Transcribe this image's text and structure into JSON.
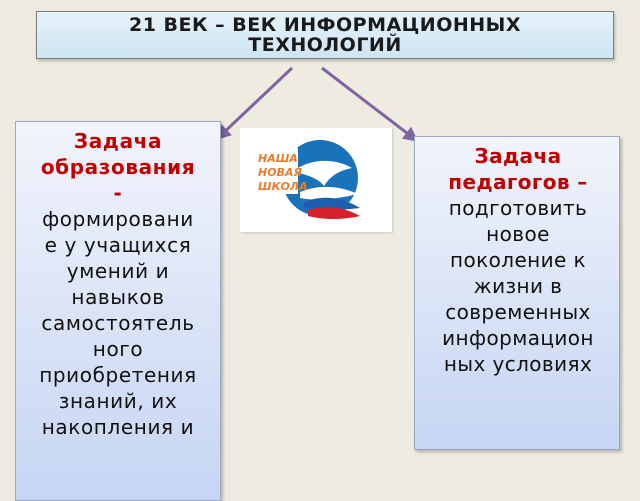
{
  "title": {
    "line1": "21 ВЕК – ВЕК ИНФОРМАЦИОННЫХ",
    "line2": "ТЕХНОЛОГИЙ"
  },
  "left_box": {
    "heading_lines": [
      "Задача",
      "образования",
      "-"
    ],
    "body_lines": [
      "формировани",
      "е у учащихся",
      "умений и",
      "навыков",
      "самостоятель",
      "ного",
      "приобретения",
      "знаний, их",
      "накопления и"
    ]
  },
  "right_box": {
    "heading_lines": [
      "Задача",
      "педагогов –"
    ],
    "body_lines": [
      "подготовить",
      "новое",
      "поколение к",
      "жизни в",
      "современных",
      "информацион",
      "ных условиях"
    ]
  },
  "logo": {
    "lines": [
      "НАША",
      "НОВАЯ",
      "ШКОЛА"
    ]
  },
  "colors": {
    "heading": "#c00000",
    "arrow": "#8064a2"
  }
}
